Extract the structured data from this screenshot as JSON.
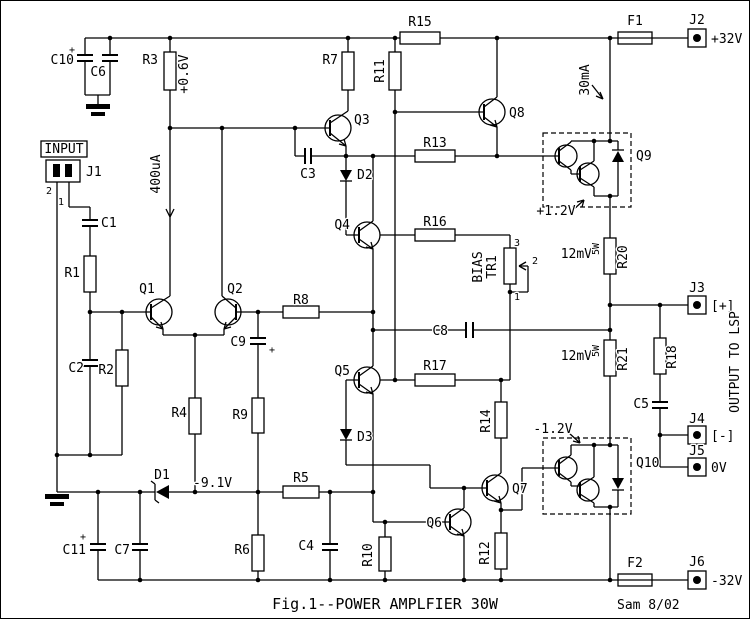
{
  "title": {
    "figure": "Fig.1--POWER AMPLFIER 30W",
    "credit": "Sam 8/02"
  },
  "power": {
    "vpos": "+32V",
    "vneg": "-32V",
    "gnd": "0V",
    "out_pos": "[+]",
    "out_neg": "[-]"
  },
  "io": {
    "input": "INPUT",
    "output": "OUTPUT TO LSP"
  },
  "components": {
    "r1": "R1",
    "r2": "R2",
    "r3": "R3",
    "r4": "R4",
    "r5": "R5",
    "r6": "R6",
    "r7": "R7",
    "r8": "R8",
    "r9": "R9",
    "r10": "R10",
    "r11": "R11",
    "r12": "R12",
    "r13": "R13",
    "r14": "R14",
    "r15": "R15",
    "r16": "R16",
    "r17": "R17",
    "r18": "R18",
    "r20": "R20",
    "r21": "R21",
    "c1": "C1",
    "c2": "C2",
    "c3": "C3",
    "c4": "C4",
    "c5": "C5",
    "c6": "C6",
    "c7": "C7",
    "c8": "C8",
    "c9": "C9",
    "c10": "C10",
    "c11": "C11",
    "q1": "Q1",
    "q2": "Q2",
    "q3": "Q3",
    "q4": "Q4",
    "q5": "Q5",
    "q6": "Q6",
    "q7": "Q7",
    "q8": "Q8",
    "q9": "Q9",
    "q10": "Q10",
    "d1": "D1",
    "d2": "D2",
    "d3": "D3",
    "j1": "J1",
    "j2": "J2",
    "j3": "J3",
    "j4": "J4",
    "j5": "J5",
    "j6": "J6",
    "f1": "F1",
    "f2": "F2",
    "tr1": "TR1"
  },
  "annotations": {
    "v_r3": "+0.6V",
    "i_tail": "400uA",
    "i_bias": "30mA",
    "v_q9": "+1.2V",
    "v_q10": "-1.2V",
    "v_d1": "-9.1V",
    "v_r20": "12mV",
    "v_r21": "12mV",
    "w_r20": "5W",
    "w_r21": "5W",
    "bias": "BIAS",
    "plus": "+",
    "tr1_pin1": "1",
    "tr1_pin2": "2",
    "tr1_pin3": "3",
    "j1_pin1": "1",
    "j1_pin2": "2"
  }
}
